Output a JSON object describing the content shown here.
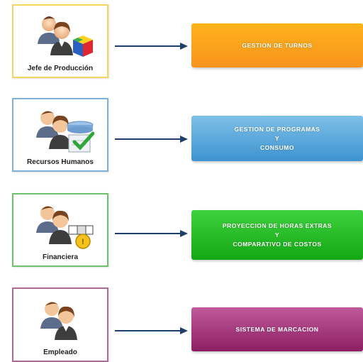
{
  "diagram": {
    "rows": [
      {
        "role": {
          "label": "Jefe de Producción",
          "border_color": "#f2d660",
          "badge_icon": "cube-icon"
        },
        "target": {
          "lines": [
            "GESTION DE TURNOS"
          ],
          "color_top": "#ffb31a",
          "color_bottom": "#f7931e"
        }
      },
      {
        "role": {
          "label": "Recursos Humanos",
          "border_color": "#7fb0d8",
          "badge_icon": "checklist-icon"
        },
        "target": {
          "lines": [
            "GESTION DE PROGRAMAS",
            "Y",
            "CONSUMO"
          ],
          "color_top": "#7ec0e8",
          "color_bottom": "#3d93d0"
        }
      },
      {
        "role": {
          "label": "Financiera",
          "border_color": "#6bc46b",
          "badge_icon": "money-icon"
        },
        "target": {
          "lines": [
            "PROYECCION DE HORAS EXTRAS",
            "Y",
            "COMPARATIVO DE COSTOS"
          ],
          "color_top": "#3fd13f",
          "color_bottom": "#13a813"
        }
      },
      {
        "role": {
          "label": "Empleado",
          "border_color": "#b06a9a",
          "badge_icon": ""
        },
        "target": {
          "lines": [
            "SISTEMA DE MARCACION"
          ],
          "color_top": "#c05a9a",
          "color_bottom": "#8c1f63"
        }
      }
    ],
    "arrow_color": "#1f3f6a"
  }
}
